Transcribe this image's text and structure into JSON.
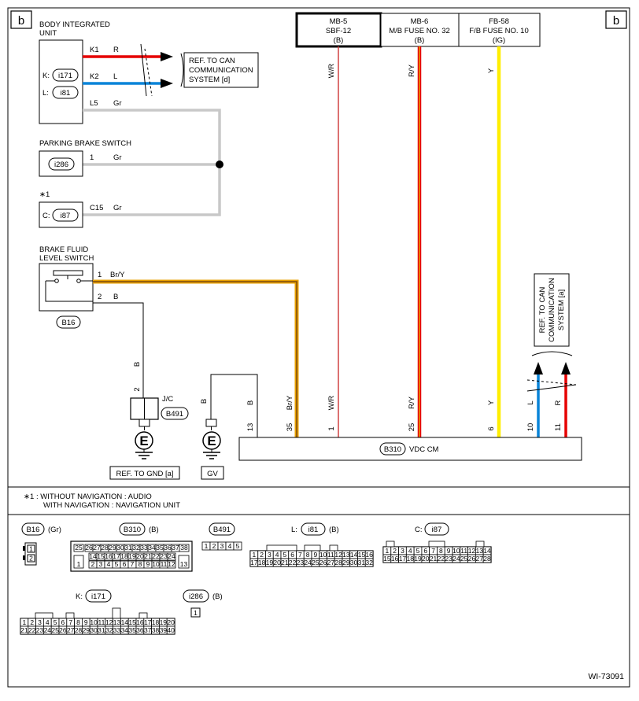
{
  "corners": {
    "left": "b",
    "right": "b"
  },
  "fuses": [
    {
      "l1": "MB-5",
      "l2": "SBF-12",
      "l3": "(B)"
    },
    {
      "l1": "MB-6",
      "l2": "M/B FUSE NO. 32",
      "l3": "(B)"
    },
    {
      "l1": "FB-58",
      "l2": "F/B FUSE NO. 10",
      "l3": "(IG)"
    }
  ],
  "biu": {
    "title1": "BODY INTEGRATED",
    "title2": "UNIT",
    "k_prefix": "K:",
    "k_conn": "i171",
    "l_prefix": "L:",
    "l_conn": "i81",
    "pins": [
      {
        "pin": "K1",
        "wire": "R"
      },
      {
        "pin": "K2",
        "wire": "L"
      },
      {
        "pin": "L5",
        "wire": "Gr"
      }
    ]
  },
  "can_ref_left": {
    "l1": "REF. TO CAN",
    "l2": "COMMUNICATION",
    "l3": "SYSTEM [d]"
  },
  "can_ref_right": {
    "l1": "REF. TO CAN",
    "l2": "COMMUNICATION",
    "l3": "SYSTEM [a]"
  },
  "parking": {
    "title": "PARKING BRAKE SWITCH",
    "conn": "i286",
    "pin": "1",
    "wire": "Gr"
  },
  "audio": {
    "mark": "∗1",
    "prefix": "C:",
    "conn": "i87",
    "pin": "C15",
    "wire": "Gr"
  },
  "brake_fluid": {
    "title1": "BRAKE FLUID",
    "title2": "LEVEL SWITCH",
    "conn": "B16",
    "pin1": "1",
    "wire1": "Br/Y",
    "pin2": "2",
    "wire2": "B"
  },
  "jc": {
    "wire": "B",
    "pin": "2",
    "label": "J/C",
    "conn": "B491"
  },
  "grounds": {
    "symbol": "E",
    "ref": "REF. TO GND [a]",
    "gv": "GV"
  },
  "vdc": {
    "conn": "B310",
    "name": "VDC CM",
    "pins": [
      {
        "pin": "13",
        "wire": "B"
      },
      {
        "pin": "35",
        "wire": "Br/Y"
      },
      {
        "pin": "1",
        "wire": "W/R"
      },
      {
        "pin": "25",
        "wire": "R/Y"
      },
      {
        "pin": "6",
        "wire": "Y"
      },
      {
        "pin": "10",
        "wire": "L"
      },
      {
        "pin": "11",
        "wire": "R"
      }
    ],
    "gv_wire": "B"
  },
  "footnote": {
    "mark": "∗1",
    "line1": ":  WITHOUT NAVIGATION   :  AUDIO",
    "line2": "WITH NAVIGATION   :  NAVIGATION UNIT"
  },
  "connectors": {
    "b16": {
      "conn": "B16",
      "color": "(Gr)",
      "pins": [
        "1",
        "2"
      ]
    },
    "b310": {
      "conn": "B310",
      "color": "(B)",
      "row1": [
        "26",
        "27",
        "28",
        "29",
        "30",
        "31",
        "32",
        "33",
        "34",
        "35",
        "36",
        "37"
      ],
      "row2": [
        "14",
        "15",
        "16",
        "17",
        "18",
        "19",
        "20",
        "21",
        "22",
        "23",
        "24"
      ],
      "row3": [
        "2",
        "3",
        "4",
        "5",
        "6",
        "7",
        "8",
        "9",
        "10",
        "11",
        "12"
      ],
      "p25": "25",
      "p38": "38",
      "p1": "1",
      "p13": "13"
    },
    "b491": {
      "conn": "B491",
      "pins": [
        "1",
        "2",
        "3",
        "4",
        "5"
      ]
    },
    "i81": {
      "prefix": "L:",
      "conn": "i81",
      "color": "(B)",
      "row1": [
        "1",
        "2",
        "3",
        "4",
        "5",
        "6",
        "7",
        "8",
        "9",
        "10",
        "11",
        "12",
        "13",
        "14",
        "15",
        "16"
      ],
      "row2": [
        "17",
        "18",
        "19",
        "20",
        "21",
        "22",
        "23",
        "24",
        "25",
        "26",
        "27",
        "28",
        "29",
        "30",
        "31",
        "32"
      ]
    },
    "i87": {
      "prefix": "C:",
      "conn": "i87",
      "row1": [
        "1",
        "2",
        "3",
        "4",
        "5",
        "6",
        "7",
        "8",
        "9",
        "10",
        "11",
        "12",
        "13",
        "14"
      ],
      "row2": [
        "15",
        "16",
        "17",
        "18",
        "19",
        "20",
        "21",
        "22",
        "23",
        "24",
        "25",
        "26",
        "27",
        "28"
      ]
    },
    "i171": {
      "prefix": "K:",
      "conn": "i171",
      "row1": [
        "1",
        "2",
        "3",
        "4",
        "5",
        "6",
        "7",
        "8",
        "9",
        "10",
        "11",
        "12",
        "13",
        "14",
        "15",
        "16",
        "17",
        "18",
        "19",
        "20"
      ],
      "row2": [
        "21",
        "22",
        "23",
        "24",
        "25",
        "26",
        "27",
        "28",
        "29",
        "30",
        "31",
        "32",
        "33",
        "34",
        "35",
        "36",
        "37",
        "38",
        "39",
        "40"
      ]
    },
    "i286": {
      "conn": "i286",
      "color": "(B)",
      "pins": [
        "1"
      ]
    }
  },
  "doc_id": "WI-73091",
  "colors": {
    "red": "#e60000",
    "blue": "#0a84d8",
    "gray": "#c8c8c8",
    "yellow": "#ffee00",
    "orange": "#e8a000",
    "brown": "#7a4a10",
    "wr": "#d04040"
  }
}
